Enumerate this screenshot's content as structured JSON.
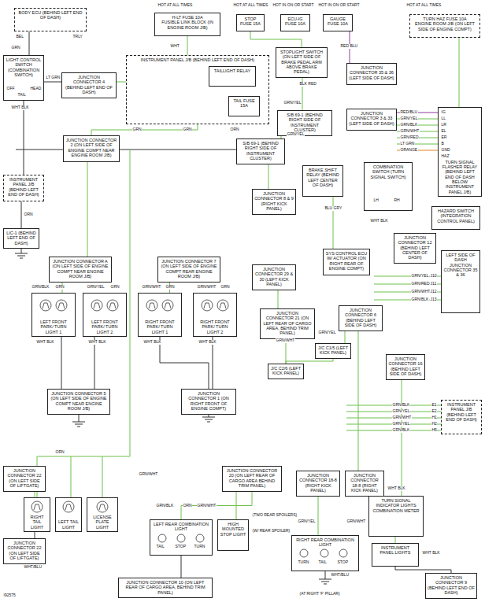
{
  "diagram": {
    "nodes": [
      {
        "text": [
          "BODY ECU (BEHIND LEFT END OF DASH)"
        ]
      },
      {
        "text": [
          "H-LT FUSE 10A",
          "FUSIBLE LINK BLOCK (IN ENGINE ROOM J/B)"
        ]
      },
      {
        "text": [
          "STOP FUSE 15A"
        ]
      },
      {
        "text": [
          "ECU-IG FUSE 10A"
        ]
      },
      {
        "text": [
          "GAUGE FUSE 10A"
        ]
      },
      {
        "text": [
          "TURN HAZ FUSE 10A",
          "ENGINE ROOM J/B (ON LEFT SIDE OF ENGINE COMPT)"
        ]
      },
      {
        "text": [
          "INSTRUMENT PANEL J/B (BEHIND LEFT END OF DASH)"
        ]
      },
      {
        "text": [
          "TAILLIGHT RELAY"
        ],
        "in": 6
      },
      {
        "text": [
          "TAIL FUSE 15A"
        ],
        "in": 6
      },
      {
        "text": [
          "LIGHT CONTROL SWITCH (COMBINATION SWITCH)"
        ]
      },
      {
        "text": [
          "JUNCTION CONNECTOR 4 (BEHIND LEFT END OF DASH)"
        ]
      },
      {
        "text": [
          "STOPLIGHT SWITCH (ON LEFT SIDE OF BRAKE PEDAL ARM ABOVE BRAKE PEDAL)"
        ]
      },
      {
        "text": [
          "JUNCTION CONNECTOR 35 & 36 (LEFT SIDE OF DASH)"
        ]
      },
      {
        "text": [
          "S/B 69-1 (BEHIND RIGHT SIDE OF INSTRUMENT CLUSTER)"
        ]
      },
      {
        "text": [
          "JUNCTION CONNECTOR 3 & 33 (LEFT SIDE OF DASH)"
        ]
      },
      {
        "text": [
          "TURN SIGNAL FLASHER RELAY (BEHIND LEFT END OF DASH BELOW INSTRUMENT PANEL J/B)"
        ]
      },
      {
        "text": [
          "JUNCTION CONNECTOR 2 (ON LEFT SIDE OF ENGINE COMPT NEAR ENGINE ROOM J/B)"
        ]
      },
      {
        "text": [
          "S/B 69-1 (BEHIND RIGHT SIDE OF INSTRUMENT CLUSTER)"
        ]
      },
      {
        "text": [
          "BRAKE SHIFT RELAY (BEHIND LEFT CENTER OF DASH)"
        ]
      },
      {
        "text": [
          "COMBINATION SWITCH (TURN SIGNAL SWITCH)"
        ]
      },
      {
        "text": [
          "HAZARD SWITCH (INTEGRATION CONTROL PANEL)"
        ]
      },
      {
        "text": [
          "INSTRUMENT PANEL J/B (BEHIND LEFT END OF DASH)"
        ]
      },
      {
        "text": [
          "LIC-1 (BEHIND LEFT END OF DASH)"
        ]
      },
      {
        "text": [
          "JUNCTION CONNECTOR 8 & 9 (RIGHT KICK PANEL)"
        ]
      },
      {
        "text": [
          "SYS CONTROL ECU W/ ACTUATOR (ON RIGHT REAR OF ENGINE COMPT)"
        ]
      },
      {
        "text": [
          "JUNCTION CONNECTOR 12 (BEHIND LEFT CENTER OF DASH)"
        ]
      },
      {
        "text": [
          "JUNCTION CONNECTOR A (ON LEFT SIDE OF ENGINE COMPT NEAR ENGINE ROOM J/B)"
        ]
      },
      {
        "text": [
          "JUNCTION CONNECTOR 7 (ON LEFT SIDE OF ENGINE COMPT REAR ENGINE ROOM J/B)"
        ]
      },
      {
        "text": [
          "JUNCTION CONNECTOR 29 & 30 (LEFT KICK PANEL)"
        ]
      },
      {
        "text": [
          "LEFT SIDE OF DASH JUNCTION CONNECTOR 35 & 36"
        ]
      },
      {
        "text": [
          "LEFT FRONT PARK/ TURN LIGHT 1"
        ]
      },
      {
        "text": [
          "LEFT FRONT PARK/ TURN LIGHT 2"
        ]
      },
      {
        "text": [
          "RIGHT FRONT PARK/ TURN LIGHT 1"
        ]
      },
      {
        "text": [
          "RIGHT FRONT PARK/ TURN LIGHT 2"
        ]
      },
      {
        "text": [
          "JUNCTION CONNECTOR 21 (ON LEFT REAR OF CARGO AREA, BEHIND TRIM PANEL)"
        ]
      },
      {
        "text": [
          "JUNCTION CONNECTOR 6 (BEHIND LEFT SIDE OF DASH)"
        ]
      },
      {
        "text": [
          "J/C C1/5 (LEFT KICK PANEL)"
        ]
      },
      {
        "text": [
          "JUNCTION CONNECTOR 16 (BEHIND LEFT SIDE OF DASH)"
        ]
      },
      {
        "text": [
          "J/C C2/6 (LEFT KICK PANEL)"
        ]
      },
      {
        "text": [
          "JUNCTION CONNECTOR 5 (ON LEFT SIDE OF ENGINE COMPT NEAR ENGINE ROOM J/B)"
        ]
      },
      {
        "text": [
          "JUNCTION CONNECTOR 1 (ON RIGHT FRONT OF ENGINE COMPT)"
        ]
      },
      {
        "text": [
          "INSTRUMENT PANEL J/B (BEHIND LEFT END OF DASH)"
        ]
      },
      {
        "text": [
          "JUNCTION CONNECTOR 20 (ON LEFT REAR OF CARGO AREA BEHIND TRIM PANEL)"
        ]
      },
      {
        "text": [
          "JUNCTION CONNECTOR 18-8 (RIGHT KICK PANEL)"
        ]
      },
      {
        "text": [
          "JUNCTION CONNECTOR 18-8 (RIGHT KICK PANEL)"
        ]
      },
      {
        "text": [
          "JUNCTION CONNECTOR 22 (ON LEFT SIDE OF LIFTGATE)"
        ]
      },
      {
        "text": [
          "RIGHT TAIL LIGHT"
        ]
      },
      {
        "text": [
          "LEFT TAIL LIGHT"
        ]
      },
      {
        "text": [
          "LICENSE PLATE LIGHT"
        ]
      },
      {
        "text": [
          "JUNCTION CONNECTOR 22 (ON LEFT SIDE OF LIFTGATE)"
        ]
      },
      {
        "text": [
          "LEFT REAR COMBINATION LIGHT"
        ]
      },
      {
        "text": [
          "HIGH MOUNTED STOP LIGHT"
        ]
      },
      {
        "text": [
          "RIGHT REAR COMBINATION LIGHT"
        ]
      },
      {
        "text": [
          "TURN SIGNAL INDICATOR LIGHTS",
          "COMBINATION METER"
        ]
      },
      {
        "text": [
          "INSTRUMENT PANEL LIGHTS"
        ]
      },
      {
        "text": [
          "JUNCTION CONNECTOR 9 (BEHIND LEFT END OF DASH)"
        ]
      },
      {
        "text": [
          "JUNCTION CONNECTOR 10 (ON LEFT REAR OF CARGO AREA, BEHIND TRIM PANEL)"
        ]
      }
    ],
    "edges": [
      {
        "from": 1,
        "to": 6,
        "arrow": "none"
      },
      {
        "from": 2,
        "to": 11,
        "arrow": "none"
      },
      {
        "from": 4,
        "to": 12,
        "arrow": "none"
      },
      {
        "from": 5,
        "to": 15,
        "arrow": "none"
      },
      {
        "from": 6,
        "to": 16,
        "arrow": "none"
      },
      {
        "from": 11,
        "to": 13,
        "arrow": "none"
      },
      {
        "from": 13,
        "to": 17,
        "arrow": "none"
      },
      {
        "from": 0,
        "to": 9,
        "arrow": "none"
      },
      {
        "from": 9,
        "to": 21,
        "arrow": "none"
      },
      {
        "from": 21,
        "to": 22,
        "arrow": "none"
      },
      {
        "from": 16,
        "to": 26,
        "arrow": "none"
      },
      {
        "from": 26,
        "to": 30,
        "arrow": "none"
      },
      {
        "from": 27,
        "to": 32,
        "arrow": "none"
      },
      {
        "from": 30,
        "to": 39,
        "arrow": "none"
      },
      {
        "from": 32,
        "to": 40,
        "arrow": "none"
      },
      {
        "from": 45,
        "to": 46,
        "arrow": "none"
      },
      {
        "from": 46,
        "to": 49,
        "arrow": "none"
      },
      {
        "from": 42,
        "to": 50,
        "arrow": "none"
      },
      {
        "from": 43,
        "to": 52,
        "arrow": "none"
      },
      {
        "from": 50,
        "to": 56,
        "arrow": "none"
      },
      {
        "from": 53,
        "to": 54,
        "arrow": "none"
      },
      {
        "from": 54,
        "to": 55,
        "arrow": "none"
      },
      {
        "from": 18,
        "to": 24,
        "arrow": "none"
      },
      {
        "from": 28,
        "to": 34,
        "arrow": "none"
      },
      {
        "from": 35,
        "to": 36,
        "arrow": "none"
      },
      {
        "from": 36,
        "to": 38,
        "arrow": "none"
      },
      {
        "from": 17,
        "to": 23,
        "arrow": "none"
      },
      {
        "from": 34,
        "to": 38,
        "arrow": "none"
      }
    ],
    "labels": [
      "HOT AT ALL TIMES",
      "HOT AT ALL TIMES",
      "HOT IN ON OR START",
      "HOT IN ON OR START",
      "HOT AT ALL TIMES",
      "BEL",
      "TRLY",
      "GRN",
      "LT GRN",
      "WHT",
      "OFF",
      "TAIL",
      "HEAD",
      "WHT BLK",
      "GRN",
      "GRN",
      "ORN",
      "BLK RED",
      "RED BLU",
      "GRN/YEL",
      "GRN/YEL",
      "RED/BLU",
      "GRN/YEL",
      "GRN/BLK",
      "GRN/WHT",
      "GRN/RED",
      "LT GRN",
      "ORANGE",
      "IG",
      "LL",
      "LR",
      "EL",
      "ER",
      "B",
      "GND",
      "HAZ",
      "LH",
      "RH",
      "WHT BLK",
      "BLU GRY",
      "ORN",
      "GRN/BLK",
      "GRN",
      "GRN/YEL",
      "GRN",
      "GRN/WHT",
      "GRN",
      "GRN/WHT",
      "GRN",
      "WHT BLK",
      "WHT BLK",
      "WHT BLK",
      "WHT BLK",
      "GRN/WHT",
      "GRN/YEL",
      "GRN/YEL",
      "GRN/RED",
      "GRN/WHT",
      "GRN/BLK",
      "J10",
      "J11",
      "J12",
      "J13",
      "GRN/BLK",
      "GRN/YEL",
      "GRN/WHT",
      "GRN/YEL",
      "GRN/BLK",
      "E1",
      "E2",
      "H1",
      "H2",
      "H5",
      "ORN",
      "GRN/WHT",
      "WHT/BLU",
      "GRN/BLK",
      "ORN",
      "GRN/WHT",
      "TAIL",
      "STOP",
      "TURN",
      "(TWO REAR SPOILERS)",
      "(W/ REAR SPOILER)",
      "GRN/YEL",
      "GRN/WHT",
      "TURN",
      "TAIL",
      "STOP",
      "WHT/BLU",
      "(AT RIGHT 'F' PILLAR)",
      "WHT BLK",
      "WHT BLK",
      "I92575"
    ]
  }
}
